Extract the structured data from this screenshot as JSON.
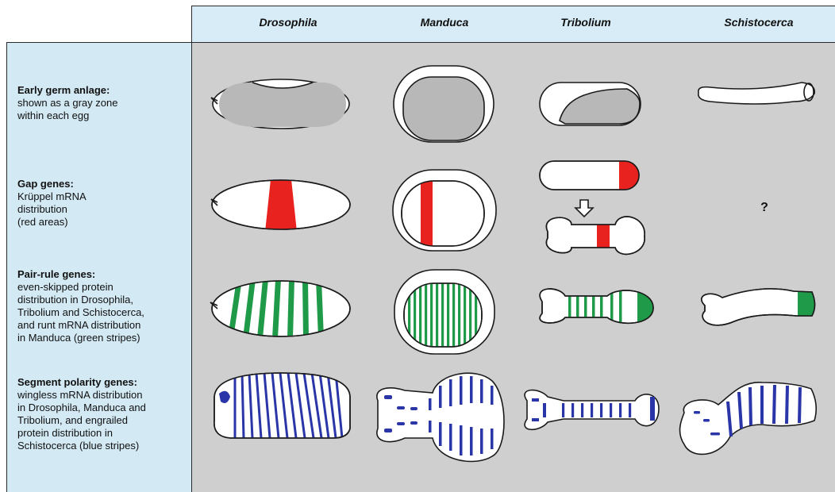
{
  "columns": [
    "Drosophila",
    "Manduca",
    "Tribolium",
    "Schistocerca"
  ],
  "rows": [
    {
      "title": "Early germ anlage:",
      "lines": [
        "shown as a gray zone",
        "within each egg"
      ]
    },
    {
      "title": "Gap genes:",
      "lines": [
        "Krüppel mRNA",
        "distribution",
        "(red areas)"
      ]
    },
    {
      "title": "Pair-rule genes:",
      "lines": [
        "even-skipped protein",
        "distribution in Drosophila,",
        "Tribolium and Schistocerca,",
        "and runt mRNA distribution",
        "in Manduca (green stripes)"
      ]
    },
    {
      "title": "Segment polarity genes:",
      "lines": [
        "wingless mRNA distribution",
        "in Drosophila, Manduca and",
        "Tribolium, and engrailed",
        "protein distribution in",
        "Schistocerca (blue stripes)"
      ]
    }
  ],
  "unknown_marker": "?",
  "colors": {
    "gray_zone": "#b8b8b8",
    "gap_red": "#e8231f",
    "pair_rule_green": "#1f9a48",
    "segment_blue": "#2a36a8",
    "header_bg": "#d7ecf6",
    "panel_bg": "#cfcfcf"
  }
}
